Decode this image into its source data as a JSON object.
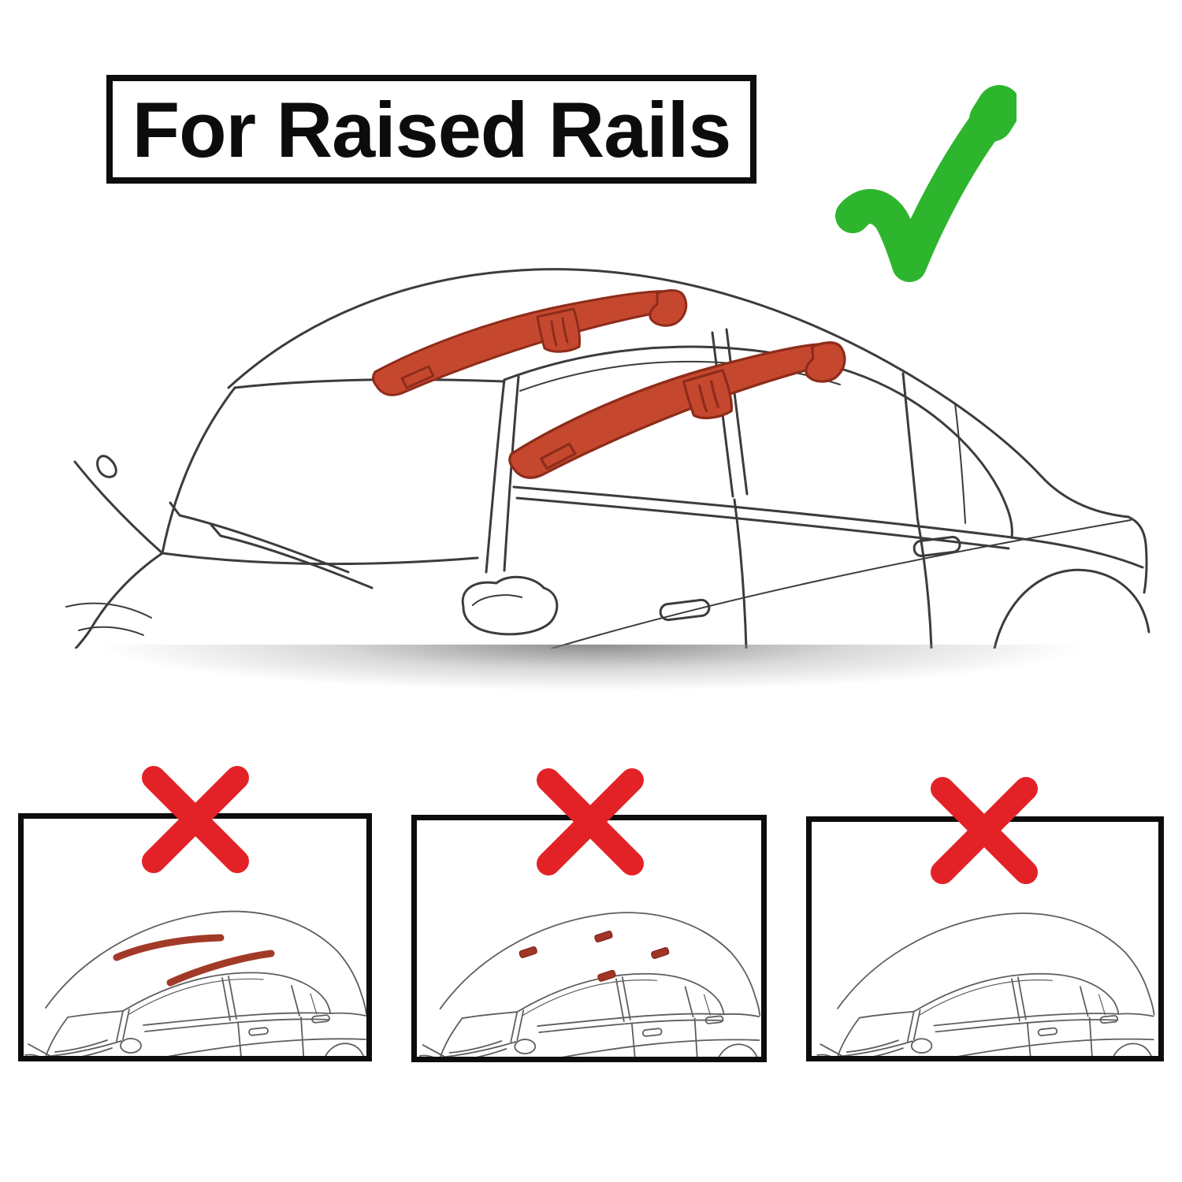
{
  "title": {
    "text": "For Raised Rails"
  },
  "legend": {
    "compatible_icon": "green-checkmark-icon",
    "incompatible_icon": "red-cross-icon"
  },
  "colors": {
    "check_green": "#2eb52e",
    "cross_red": "#e32227",
    "rail_fill": "#c5482e",
    "rail_outline": "#8e2c1a",
    "flush_rail": "#a23a28",
    "pad_fill": "#a03527",
    "pad_outline": "#7c2415",
    "line_art": "#3c3c3c",
    "line_art_light": "#5e5e5e",
    "frame_black": "#0d0d0d"
  },
  "figures": {
    "main": {
      "name": "sedan-with-raised-roof-rails",
      "verdict": "compatible"
    },
    "panels": [
      {
        "name": "sedan-with-flush-roof-rails",
        "verdict": "incompatible"
      },
      {
        "name": "sedan-with-fixed-mounting-points",
        "verdict": "incompatible"
      },
      {
        "name": "sedan-with-bare-roof",
        "verdict": "incompatible"
      }
    ]
  }
}
